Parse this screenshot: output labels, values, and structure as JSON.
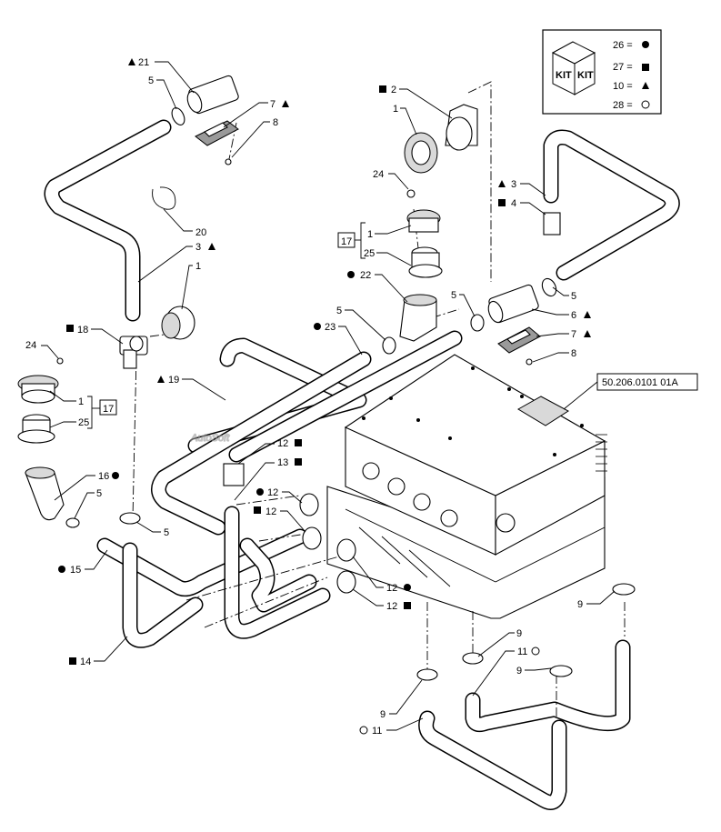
{
  "watermark": "AutoSoft",
  "reference_label": "50.206.0101 01A",
  "kit_legend": {
    "box_label_1": "KIT",
    "box_label_2": "KIT",
    "rows": [
      {
        "text": "26 =",
        "symbol": "filled-circle"
      },
      {
        "text": "27 =",
        "symbol": "filled-square"
      },
      {
        "text": "10 =",
        "symbol": "filled-triangle"
      },
      {
        "text": "28 =",
        "symbol": "open-circle"
      }
    ]
  },
  "callouts": {
    "c21": "21",
    "c5a": "5",
    "c7a": "7",
    "c8a": "8",
    "c20": "20",
    "c3a": "3",
    "c1a": "1",
    "c18": "18",
    "c24a": "24",
    "c1b": "1",
    "c25a": "25",
    "c17a": "17",
    "c16": "16",
    "c5b": "5",
    "c5c": "5",
    "c15": "15",
    "c14": "14",
    "c19": "19",
    "c23": "23",
    "c12a": "12",
    "c13": "13",
    "c12b": "12",
    "c12c": "12",
    "c12d": "12",
    "c12e": "12",
    "c2": "2",
    "c1c": "1",
    "c24b": "24",
    "c17b": "17",
    "c1d": "1",
    "c25b": "25",
    "c22": "22",
    "c5d": "5",
    "c5e": "5",
    "c3b": "3",
    "c4": "4",
    "c5f": "5",
    "c6": "6",
    "c7b": "7",
    "c8b": "8",
    "c9a": "9",
    "c9b": "9",
    "c11a": "11",
    "c9c": "9",
    "c9d": "9",
    "c11b": "11"
  }
}
